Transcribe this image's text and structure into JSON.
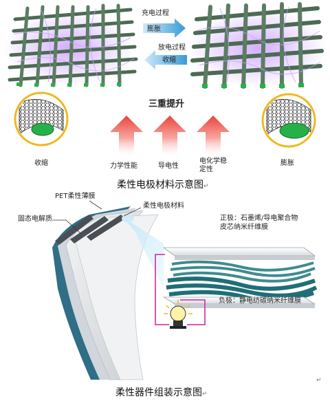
{
  "top": {
    "charge_label": "充电过程",
    "expand_label_1": "膨胀",
    "discharge_label": "放电过程",
    "shrink_label_1": "收缩",
    "triple_title": "三重提升",
    "left_circle_label": "收缩",
    "right_circle_label": "膨胀",
    "arrow_labels": [
      "力学性能",
      "导电性",
      "电化学稳定性"
    ],
    "caption": "柔性电极材料示意图",
    "caption_mark": "↵"
  },
  "bottom": {
    "pet_label": "PET柔性薄膜",
    "electrolyte_label": "固态电解质",
    "electrode_label": "柔性电极材料",
    "positive_line1": "正极：石墨烯/导电聚合物",
    "positive_line2": "皮芯纳米纤维膜",
    "negative_label": "负极：静电纺碳纳米纤维膜",
    "caption": "柔性器件组装示意图",
    "caption_mark": "↵",
    "corner_mark": "↵"
  },
  "colors": {
    "accent_blue": "#3a9bd6",
    "arrow_red": "#e8453c",
    "circle_gold": "#f0b81c",
    "nanotube_green": "#27b04a",
    "fiber_teal": "#2a7f86",
    "wire_magenta": "#d43fae"
  }
}
